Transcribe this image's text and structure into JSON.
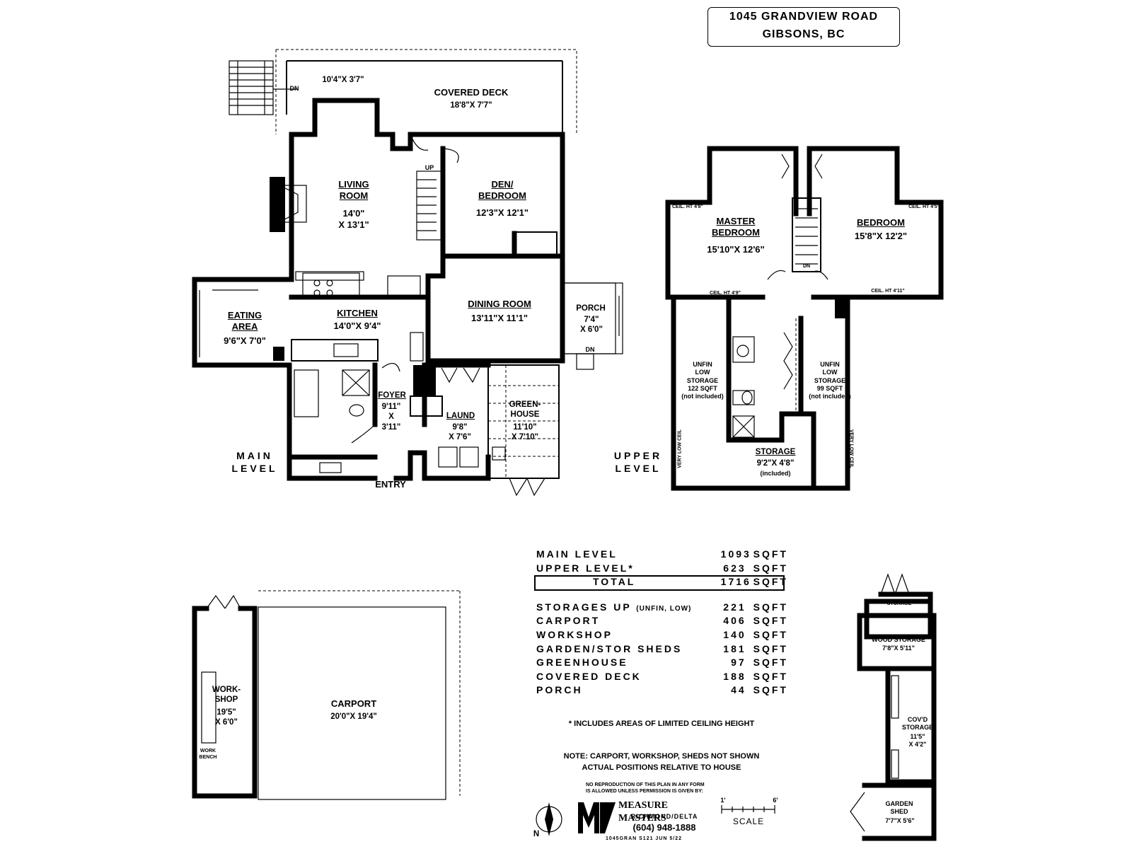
{
  "address": {
    "line1": "1045 GRANDVIEW ROAD",
    "line2": "GIBSONS, BC"
  },
  "levels": {
    "main": "MAIN\nLEVEL",
    "upper": "UPPER\nLEVEL"
  },
  "main_level_rooms": {
    "deck_stairs_dim": "10'4\"X 3'7\"",
    "deck_dn": "DN",
    "covered_deck": "COVERED DECK",
    "covered_deck_dim": "18'8\"X 7'7\"",
    "living_room": "LIVING\nROOM",
    "living_room_dim": "14'0\"\nX 13'1\"",
    "stairs_up": "UP",
    "den": "DEN/\nBEDROOM",
    "den_dim": "12'3\"X 12'1\"",
    "eating_area": "EATING\nAREA",
    "eating_area_dim": "9'6\"X 7'0\"",
    "kitchen": "KITCHEN",
    "kitchen_dim": "14'0\"X 9'4\"",
    "dining_room": "DINING ROOM",
    "dining_room_dim": "13'11\"X 11'1\"",
    "porch": "PORCH",
    "porch_dim": "7'4\"\nX 6'0\"",
    "porch_dn": "DN",
    "foyer": "FOYER",
    "foyer_dim": "9'11\"\nX\n3'11\"",
    "laund": "LAUND",
    "laund_dim": "9'8\"\nX 7'6\"",
    "greenhouse": "GREEN-\nHOUSE",
    "greenhouse_dim": "11'10\"\nX 7'10\"",
    "entry": "ENTRY"
  },
  "upper_level_rooms": {
    "master_bedroom": "MASTER\nBEDROOM",
    "master_bedroom_dim": "15'10\"X 12'6\"",
    "bedroom": "BEDROOM",
    "bedroom_dim": "15'8\"X 12'2\"",
    "ceil_ht_tl": "CEIL. HT 4'8\"",
    "ceil_ht_tr": "CEIL. HT 4'5\"",
    "ceil_ht_bl": "CEIL. HT 4'9\"",
    "ceil_ht_br": "CEIL. HT 4'11\"",
    "stairs_dn": "DN",
    "unfin_left": "UNFIN\nLOW\nSTORAGE\n122 SQFT\n(not included)",
    "unfin_right": "UNFIN\nLOW\nSTORAGE\n99 SQFT\n(not included)",
    "very_low_ceil": "VERY LOW CEIL",
    "storage": "STORAGE",
    "storage_dim": "9'2\"X 4'8\"",
    "storage_note": "(included)"
  },
  "outbuildings": {
    "workshop": "WORK-\nSHOP",
    "workshop_dim": "19'5\"\nX 6'0\"",
    "work_bench": "WORK\nBENCH",
    "carport": "CARPORT",
    "carport_dim": "20'0\"X 19'4\"",
    "storage_small": "STORAGE",
    "wood_storage": "WOOD STORAGE",
    "wood_storage_dim": "7'8\"X 5'11\"",
    "covd_storage": "COV'D\nSTORAGE",
    "covd_storage_dim": "11'5\"\nX 4'2\"",
    "garden_shed": "GARDEN\nSHED",
    "garden_shed_dim": "7'7\"X 5'6\""
  },
  "area_summary": {
    "main_level": {
      "label": "MAIN LEVEL",
      "value": "1093",
      "unit": "SQFT"
    },
    "upper_level": {
      "label": "UPPER LEVEL*",
      "value": "623",
      "unit": "SQFT"
    },
    "total": {
      "label": "TOTAL",
      "value": "1716",
      "unit": "SQFT"
    },
    "storages_up": {
      "label": "STORAGES UP",
      "sub": "(UNFIN, LOW)",
      "value": "221",
      "unit": "SQFT"
    },
    "carport": {
      "label": "CARPORT",
      "value": "406",
      "unit": "SQFT"
    },
    "workshop": {
      "label": "WORKSHOP",
      "value": "140",
      "unit": "SQFT"
    },
    "sheds": {
      "label": "GARDEN/STOR SHEDS",
      "value": "181",
      "unit": "SQFT"
    },
    "greenhouse": {
      "label": "GREENHOUSE",
      "value": "97",
      "unit": "SQFT"
    },
    "covered_deck": {
      "label": "COVERED DECK",
      "value": "188",
      "unit": "SQFT"
    },
    "porch": {
      "label": "PORCH",
      "value": "44",
      "unit": "SQFT"
    }
  },
  "notes": {
    "ceiling_note": "*  INCLUDES AREAS OF LIMITED CEILING HEIGHT",
    "positions_note": "NOTE: CARPORT, WORKSHOP, SHEDS NOT SHOWN\nACTUAL POSITIONS RELATIVE TO HOUSE"
  },
  "credits": {
    "copyright": "NO REPRODUCTION OF THIS PLAN IN ANY FORM\nIS ALLOWED UNLESS PERMISSION IS GIVEN BY:",
    "company": "MEASURE MASTERS",
    "location": "RICHMOND/DELTA",
    "phone": "(604) 948-1888",
    "file_code": "1045GRAN  S121   JUN 5/22",
    "compass_n": "N",
    "scale_label": "SCALE",
    "scale_start": "1'",
    "scale_end": "6'"
  }
}
